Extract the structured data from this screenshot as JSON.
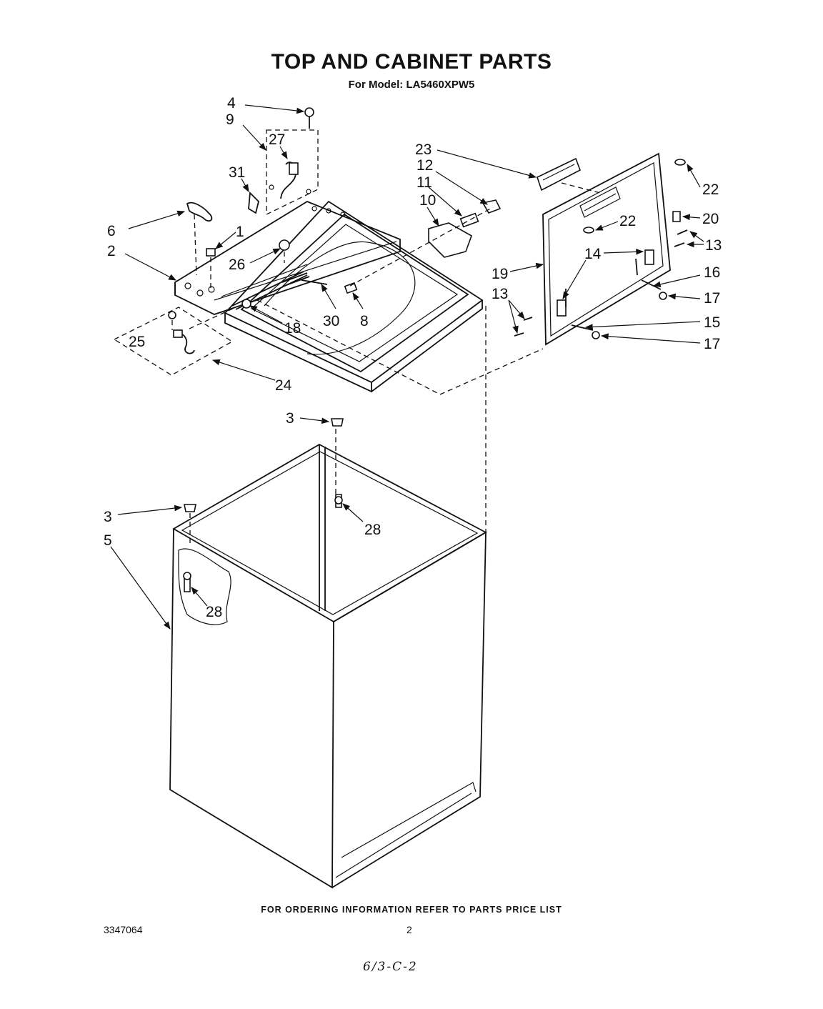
{
  "header": {
    "title": "TOP AND CABINET PARTS",
    "subtitle": "For Model: LA5460XPW5"
  },
  "callouts": [
    "4",
    "9",
    "27",
    "31",
    "6",
    "1",
    "2",
    "26",
    "25",
    "18",
    "30",
    "8",
    "24",
    "23",
    "12",
    "11",
    "10",
    "22",
    "22",
    "20",
    "13",
    "13",
    "14",
    "19",
    "16",
    "17",
    "15",
    "17",
    "3",
    "3",
    "28",
    "5",
    "28"
  ],
  "footer": {
    "ordering_note": "FOR ORDERING INFORMATION REFER TO PARTS PRICE LIST",
    "document_number": "3347064",
    "page_number": "2",
    "handwritten_note": "6/3-C-2"
  }
}
